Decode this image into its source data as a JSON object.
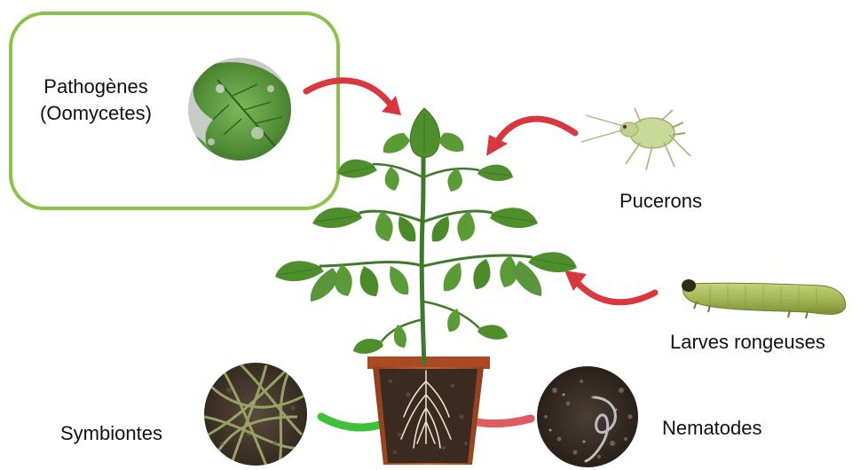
{
  "diagram": {
    "labels": {
      "pathogenes_line1": "Pathogènes",
      "pathogenes_line2": "(Oomycetes)",
      "pucerons": "Pucerons",
      "larves": "Larves rongeuses",
      "symbiontes": "Symbiontes",
      "nematodes": "Nematodes"
    },
    "colors": {
      "highlight_box": "#8bc34a",
      "harmful_arrow": "#d9363e",
      "beneficial_arrow": "#3fbf3a",
      "pot": "#b5542c",
      "leaf": "#4e8f2c"
    },
    "icons": [
      "leaf-disease-circle",
      "aphid-icon",
      "caterpillar-icon",
      "fungal-hyphae-circle",
      "nematode-soil-circle",
      "tomato-plant",
      "flower-pot"
    ]
  }
}
